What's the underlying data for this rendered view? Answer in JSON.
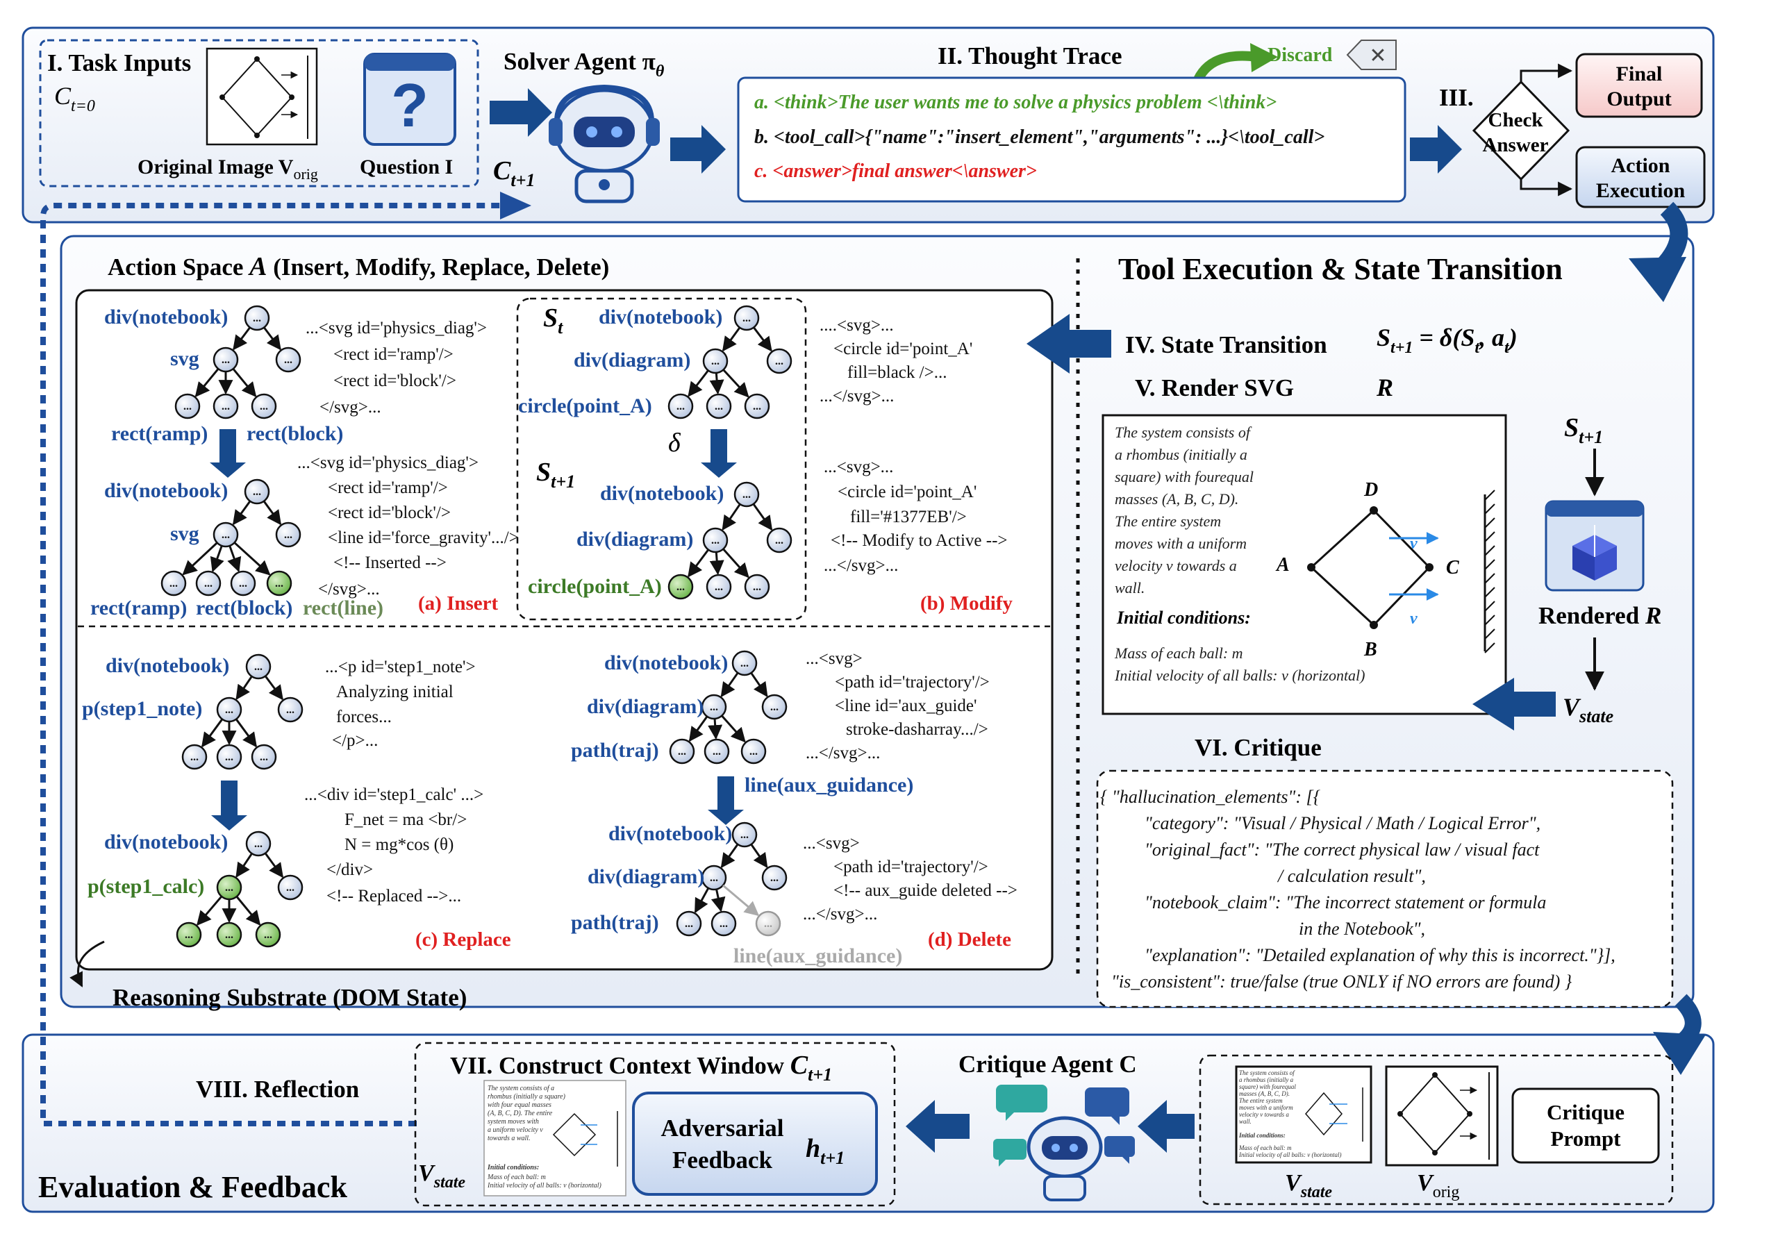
{
  "top": {
    "task_inputs_title": "I. Task Inputs",
    "ctx_t0": "C",
    "ctx_t0_sub": "t=0",
    "original_image_label": "Original Image V",
    "original_image_sub": "orig",
    "question_label": "Question I",
    "solver_title": "Solver Agent π",
    "solver_sub": "θ",
    "ctx_next": "C",
    "ctx_next_sub": "t+1",
    "thought_title": "II. Thought Trace",
    "discard_label": "Discard",
    "thought_a": "a. <think>The user wants me to solve a physics problem <\\think>",
    "thought_b": "b. <tool_call>{\"name\":\"insert_element\",\"arguments\": ...}<\\tool_call>",
    "thought_c": "c. <answer>final answer<\\answer>",
    "check_num": "III.",
    "check_label_1": "Check",
    "check_label_2": "Answer",
    "final_output_1": "Final",
    "final_output_2": "Output",
    "action_exec_1": "Action",
    "action_exec_2": "Execution"
  },
  "action_space": {
    "title": "Action Space ",
    "title_var": "A",
    "title_rest": " (Insert, Modify, Replace, Delete)",
    "insert": {
      "label": "(a) Insert",
      "top_nodes": [
        "div(notebook)",
        "svg",
        "rect(ramp)",
        "rect(block)"
      ],
      "top_code": [
        "...<svg id='physics_diag'>",
        "<rect id='ramp'/>",
        "<rect id='block'/>",
        "</svg>..."
      ],
      "bottom_nodes": [
        "div(notebook)",
        "svg",
        "rect(ramp)",
        "rect(block)",
        "rect(line)"
      ],
      "bottom_code": [
        "...<svg id='physics_diag'>",
        "<rect id='ramp'/>",
        "<rect id='block'/>",
        "<line id='force_gravity'.../>",
        "<!-- Inserted -->",
        "</svg>..."
      ]
    },
    "modify": {
      "label": "(b) Modify",
      "st": "S",
      "st_sub": "t",
      "st1": "S",
      "st1_sub": "t+1",
      "delta": "δ",
      "top_nodes": [
        "div(notebook)",
        "div(diagram)",
        "circle(point_A)"
      ],
      "top_code": [
        "....<svg>...",
        "<circle id='point_A'",
        "fill=black />...",
        "...</svg>..."
      ],
      "bottom_nodes": [
        "div(notebook)",
        "div(diagram)",
        "circle(point_A)"
      ],
      "bottom_code": [
        "...<svg>...",
        "<circle id='point_A'",
        "fill='#1377EB'/>",
        "<!-- Modify to Active -->",
        "...</svg>..."
      ]
    },
    "replace": {
      "label": "(c) Replace",
      "top_nodes": [
        "div(notebook)",
        "p(step1_note)"
      ],
      "top_code": [
        "...<p id='step1_note'>",
        "Analyzing initial",
        "forces...",
        "</p>..."
      ],
      "bottom_nodes": [
        "div(notebook)",
        "p(step1_calc)"
      ],
      "bottom_code": [
        "...<div id='step1_calc' ...>",
        "F_net = ma <br/>",
        "N = mg*cos (θ)",
        "</div>",
        "<!-- Replaced -->..."
      ]
    },
    "delete": {
      "label": "(d) Delete",
      "top_nodes": [
        "div(notebook)",
        "div(diagram)",
        "path(traj)"
      ],
      "top_code": [
        "...<svg>",
        "<path id='trajectory'/>",
        "<line id='aux_guide'",
        "stroke-dasharray.../>",
        "...</svg>..."
      ],
      "mid_label": "line(aux_guidance)",
      "bottom_nodes": [
        "div(notebook)",
        "div(diagram)",
        "path(traj)",
        "line(aux_guidance)"
      ],
      "bottom_code": [
        "...<svg>",
        "<path id='trajectory'/>",
        "<!-- aux_guide deleted -->",
        "...</svg>..."
      ]
    },
    "substrate_label": "Reasoning Substrate (DOM State)"
  },
  "tool": {
    "title": "Tool Execution & State Transition",
    "state_transition": "IV. State Transition",
    "formula": "S",
    "formula_sub": "t+1",
    "formula_rest": " = δ(S",
    "formula_sub2": "t",
    "formula_rest2": ", a",
    "formula_sub3": "t",
    "formula_end": ")",
    "render_title": "V. Render SVG",
    "render_var": "R",
    "render_text": [
      "The system consists of",
      "a rhombus (initially a",
      "square) with fourequal",
      "masses (A, B, C, D).",
      "The entire system",
      "moves with a uniform",
      "velocity v towards a",
      "wall."
    ],
    "init_cond": "Initial conditions:",
    "init_lines": [
      "Mass of each ball: m",
      "Initial velocity of all balls: v (horizontal)"
    ],
    "rhombus_labels": [
      "D",
      "A",
      "C",
      "B",
      "v",
      "v"
    ],
    "st1": "S",
    "st1_sub": "t+1",
    "rendered_label": "Rendered ",
    "rendered_var": "R",
    "vstate": "V",
    "vstate_sub": "state"
  },
  "critique": {
    "title": "VI. Critique",
    "lines": [
      "{ \"hallucination_elements\": [{",
      "\"category\": \"Visual / Physical  / Math / Logical Error\",",
      "\"original_fact\": \"The correct physical law / visual fact",
      "/ calculation result\",",
      "\"notebook_claim\": \"The incorrect statement or formula",
      "in the Notebook\",",
      "\"explanation\": \"Detailed explanation of why this is incorrect.\"}],",
      "\"is_consistent\": true/false (true ONLY if NO errors are found) }"
    ]
  },
  "bottom": {
    "reflection": "VIII. Reflection",
    "context_title": "VII. Construct Context Window ",
    "context_var": "C",
    "context_sub": "t+1",
    "adv_1": "Adversarial",
    "adv_2": "Feedback",
    "h_var": "h",
    "h_sub": "t+1",
    "vstate": "V",
    "vstate_sub": "state",
    "critique_agent": "Critique Agent C",
    "critique_prompt_1": "Critique",
    "critique_prompt_2": "Prompt",
    "vorig": "V",
    "vorig_sub": "orig",
    "eval_title": "Evaluation & Feedback"
  },
  "colors": {
    "navy": "#1f4e9c",
    "arrow": "#174a8c",
    "green": "#4a9a2a",
    "red": "#e02020",
    "panel_bg": "#eef2f9"
  }
}
